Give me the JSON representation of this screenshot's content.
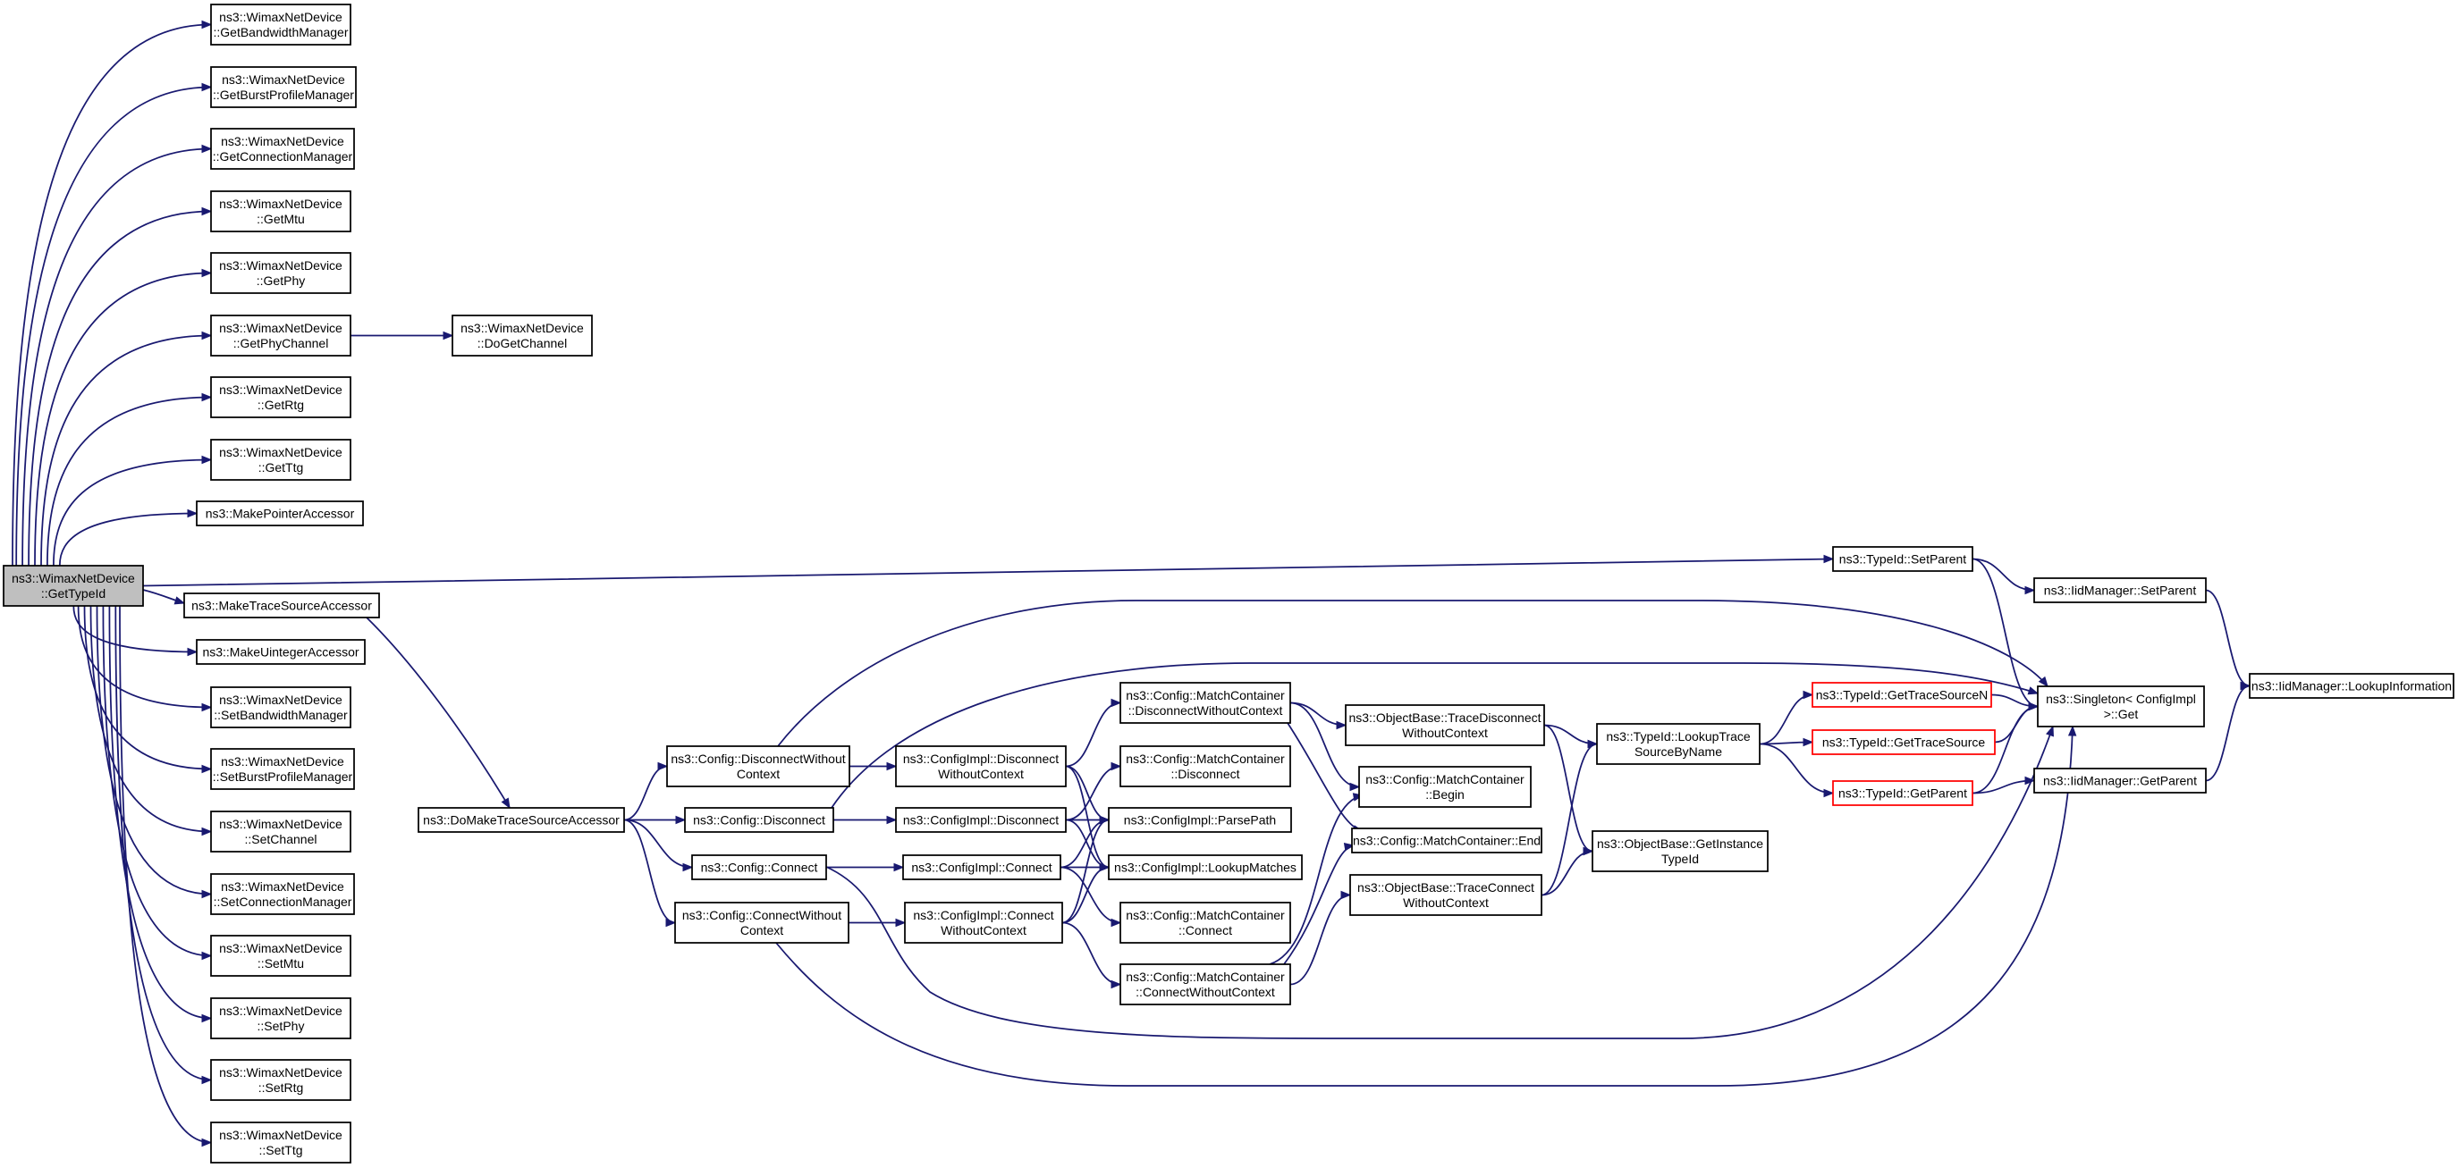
{
  "diagram": {
    "type": "call-graph",
    "colors": {
      "edge": "#191970",
      "root_fill": "#bfbfbf",
      "node_border": "#000000",
      "truncated_border": "#ff0000"
    },
    "nodes": [
      {
        "id": "root",
        "lines": [
          "ns3::WimaxNetDevice",
          "::GetTypeId"
        ],
        "style": "root"
      },
      {
        "id": "getBandwidthManager",
        "lines": [
          "ns3::WimaxNetDevice",
          "::GetBandwidthManager"
        ]
      },
      {
        "id": "getBurstProfileManager",
        "lines": [
          "ns3::WimaxNetDevice",
          "::GetBurstProfileManager"
        ]
      },
      {
        "id": "getConnectionManager",
        "lines": [
          "ns3::WimaxNetDevice",
          "::GetConnectionManager"
        ]
      },
      {
        "id": "getMtu",
        "lines": [
          "ns3::WimaxNetDevice",
          "::GetMtu"
        ]
      },
      {
        "id": "getPhy",
        "lines": [
          "ns3::WimaxNetDevice",
          "::GetPhy"
        ]
      },
      {
        "id": "getPhyChannel",
        "lines": [
          "ns3::WimaxNetDevice",
          "::GetPhyChannel"
        ]
      },
      {
        "id": "doGetChannel",
        "lines": [
          "ns3::WimaxNetDevice",
          "::DoGetChannel"
        ]
      },
      {
        "id": "getRtg",
        "lines": [
          "ns3::WimaxNetDevice",
          "::GetRtg"
        ]
      },
      {
        "id": "getTtg",
        "lines": [
          "ns3::WimaxNetDevice",
          "::GetTtg"
        ]
      },
      {
        "id": "makePointerAccessor",
        "lines": [
          "ns3::MakePointerAccessor"
        ]
      },
      {
        "id": "makeTraceSourceAccessor",
        "lines": [
          "ns3::MakeTraceSourceAccessor"
        ]
      },
      {
        "id": "makeUintegerAccessor",
        "lines": [
          "ns3::MakeUintegerAccessor"
        ]
      },
      {
        "id": "setBandwidthManager",
        "lines": [
          "ns3::WimaxNetDevice",
          "::SetBandwidthManager"
        ]
      },
      {
        "id": "setBurstProfileManager",
        "lines": [
          "ns3::WimaxNetDevice",
          "::SetBurstProfileManager"
        ]
      },
      {
        "id": "setChannel",
        "lines": [
          "ns3::WimaxNetDevice",
          "::SetChannel"
        ]
      },
      {
        "id": "setConnectionManager",
        "lines": [
          "ns3::WimaxNetDevice",
          "::SetConnectionManager"
        ]
      },
      {
        "id": "setMtu",
        "lines": [
          "ns3::WimaxNetDevice",
          "::SetMtu"
        ]
      },
      {
        "id": "setPhy",
        "lines": [
          "ns3::WimaxNetDevice",
          "::SetPhy"
        ]
      },
      {
        "id": "setRtg",
        "lines": [
          "ns3::WimaxNetDevice",
          "::SetRtg"
        ]
      },
      {
        "id": "setTtg",
        "lines": [
          "ns3::WimaxNetDevice",
          "::SetTtg"
        ]
      },
      {
        "id": "doMakeTraceSourceAccessor",
        "lines": [
          "ns3::DoMakeTraceSourceAccessor"
        ]
      },
      {
        "id": "configDisconnectWithoutContext",
        "lines": [
          "ns3::Config::DisconnectWithout",
          "Context"
        ]
      },
      {
        "id": "configDisconnect",
        "lines": [
          "ns3::Config::Disconnect"
        ]
      },
      {
        "id": "configConnect",
        "lines": [
          "ns3::Config::Connect"
        ]
      },
      {
        "id": "configConnectWithoutContext",
        "lines": [
          "ns3::Config::ConnectWithout",
          "Context"
        ]
      },
      {
        "id": "implDisconnectWithoutContext",
        "lines": [
          "ns3::ConfigImpl::Disconnect",
          "WithoutContext"
        ]
      },
      {
        "id": "implDisconnect",
        "lines": [
          "ns3::ConfigImpl::Disconnect"
        ]
      },
      {
        "id": "implConnect",
        "lines": [
          "ns3::ConfigImpl::Connect"
        ]
      },
      {
        "id": "implConnectWithoutContext",
        "lines": [
          "ns3::ConfigImpl::Connect",
          "WithoutContext"
        ]
      },
      {
        "id": "mcDisconnectWithoutContext",
        "lines": [
          "ns3::Config::MatchContainer",
          "::DisconnectWithoutContext"
        ]
      },
      {
        "id": "mcDisconnect",
        "lines": [
          "ns3::Config::MatchContainer",
          "::Disconnect"
        ]
      },
      {
        "id": "implParsePath",
        "lines": [
          "ns3::ConfigImpl::ParsePath"
        ]
      },
      {
        "id": "implLookupMatches",
        "lines": [
          "ns3::ConfigImpl::LookupMatches"
        ]
      },
      {
        "id": "mcConnect",
        "lines": [
          "ns3::Config::MatchContainer",
          "::Connect"
        ]
      },
      {
        "id": "mcConnectWithoutContext",
        "lines": [
          "ns3::Config::MatchContainer",
          "::ConnectWithoutContext"
        ]
      },
      {
        "id": "obTraceDisconnect",
        "lines": [
          "ns3::ObjectBase::TraceDisconnect",
          "WithoutContext"
        ]
      },
      {
        "id": "mcBegin",
        "lines": [
          "ns3::Config::MatchContainer",
          "::Begin"
        ]
      },
      {
        "id": "mcEnd",
        "lines": [
          "ns3::Config::MatchContainer::End"
        ]
      },
      {
        "id": "obTraceConnect",
        "lines": [
          "ns3::ObjectBase::TraceConnect",
          "WithoutContext"
        ]
      },
      {
        "id": "lookupTraceSource",
        "lines": [
          "ns3::TypeId::LookupTrace",
          "SourceByName"
        ]
      },
      {
        "id": "obGetInstanceTypeId",
        "lines": [
          "ns3::ObjectBase::GetInstance",
          "TypeId"
        ]
      },
      {
        "id": "typeIdSetParent",
        "lines": [
          "ns3::TypeId::SetParent"
        ]
      },
      {
        "id": "getTraceSourceN",
        "lines": [
          "ns3::TypeId::GetTraceSourceN"
        ],
        "style": "red"
      },
      {
        "id": "getTraceSource",
        "lines": [
          "ns3::TypeId::GetTraceSource"
        ],
        "style": "red"
      },
      {
        "id": "typeIdGetParent",
        "lines": [
          "ns3::TypeId::GetParent"
        ],
        "style": "red"
      },
      {
        "id": "iidSetParent",
        "lines": [
          "ns3::IidManager::SetParent"
        ]
      },
      {
        "id": "iidGetParent",
        "lines": [
          "ns3::IidManager::GetParent"
        ]
      },
      {
        "id": "singletonGet",
        "lines": [
          "ns3::Singleton< ConfigImpl",
          " >::Get"
        ]
      },
      {
        "id": "iidLookupInformation",
        "lines": [
          "ns3::IidManager::LookupInformation"
        ]
      }
    ],
    "edges": [
      [
        "root",
        "getBandwidthManager"
      ],
      [
        "root",
        "getBurstProfileManager"
      ],
      [
        "root",
        "getConnectionManager"
      ],
      [
        "root",
        "getMtu"
      ],
      [
        "root",
        "getPhy"
      ],
      [
        "root",
        "getPhyChannel"
      ],
      [
        "root",
        "getRtg"
      ],
      [
        "root",
        "getTtg"
      ],
      [
        "root",
        "makePointerAccessor"
      ],
      [
        "root",
        "typeIdSetParent"
      ],
      [
        "root",
        "makeTraceSourceAccessor"
      ],
      [
        "root",
        "makeUintegerAccessor"
      ],
      [
        "root",
        "setBandwidthManager"
      ],
      [
        "root",
        "setBurstProfileManager"
      ],
      [
        "root",
        "setChannel"
      ],
      [
        "root",
        "setConnectionManager"
      ],
      [
        "root",
        "setMtu"
      ],
      [
        "root",
        "setPhy"
      ],
      [
        "root",
        "setRtg"
      ],
      [
        "root",
        "setTtg"
      ],
      [
        "getPhyChannel",
        "doGetChannel"
      ],
      [
        "makeTraceSourceAccessor",
        "doMakeTraceSourceAccessor"
      ],
      [
        "doMakeTraceSourceAccessor",
        "configDisconnectWithoutContext"
      ],
      [
        "doMakeTraceSourceAccessor",
        "configDisconnect"
      ],
      [
        "doMakeTraceSourceAccessor",
        "configConnect"
      ],
      [
        "doMakeTraceSourceAccessor",
        "configConnectWithoutContext"
      ],
      [
        "configDisconnectWithoutContext",
        "implDisconnectWithoutContext"
      ],
      [
        "configDisconnectWithoutContext",
        "singletonGet"
      ],
      [
        "configDisconnect",
        "implDisconnect"
      ],
      [
        "configDisconnect",
        "singletonGet"
      ],
      [
        "configConnect",
        "implConnect"
      ],
      [
        "configConnect",
        "singletonGet"
      ],
      [
        "configConnectWithoutContext",
        "implConnectWithoutContext"
      ],
      [
        "configConnectWithoutContext",
        "singletonGet"
      ],
      [
        "implDisconnectWithoutContext",
        "mcDisconnectWithoutContext"
      ],
      [
        "implDisconnectWithoutContext",
        "implParsePath"
      ],
      [
        "implDisconnectWithoutContext",
        "implLookupMatches"
      ],
      [
        "implDisconnect",
        "mcDisconnect"
      ],
      [
        "implDisconnect",
        "implParsePath"
      ],
      [
        "implDisconnect",
        "implLookupMatches"
      ],
      [
        "implConnect",
        "implParsePath"
      ],
      [
        "implConnect",
        "implLookupMatches"
      ],
      [
        "implConnect",
        "mcConnect"
      ],
      [
        "implConnectWithoutContext",
        "implParsePath"
      ],
      [
        "implConnectWithoutContext",
        "implLookupMatches"
      ],
      [
        "implConnectWithoutContext",
        "mcConnectWithoutContext"
      ],
      [
        "mcDisconnectWithoutContext",
        "obTraceDisconnect"
      ],
      [
        "mcDisconnectWithoutContext",
        "mcBegin"
      ],
      [
        "mcDisconnectWithoutContext",
        "mcEnd"
      ],
      [
        "mcConnectWithoutContext",
        "obTraceConnect"
      ],
      [
        "mcConnectWithoutContext",
        "mcBegin"
      ],
      [
        "mcConnectWithoutContext",
        "mcEnd"
      ],
      [
        "obTraceDisconnect",
        "lookupTraceSource"
      ],
      [
        "obTraceDisconnect",
        "obGetInstanceTypeId"
      ],
      [
        "obTraceConnect",
        "lookupTraceSource"
      ],
      [
        "obTraceConnect",
        "obGetInstanceTypeId"
      ],
      [
        "lookupTraceSource",
        "getTraceSourceN"
      ],
      [
        "lookupTraceSource",
        "getTraceSource"
      ],
      [
        "lookupTraceSource",
        "typeIdGetParent"
      ],
      [
        "typeIdSetParent",
        "iidSetParent"
      ],
      [
        "typeIdSetParent",
        "singletonGet"
      ],
      [
        "getTraceSourceN",
        "singletonGet"
      ],
      [
        "getTraceSource",
        "singletonGet"
      ],
      [
        "typeIdGetParent",
        "iidGetParent"
      ],
      [
        "typeIdGetParent",
        "singletonGet"
      ],
      [
        "iidSetParent",
        "iidLookupInformation"
      ],
      [
        "iidGetParent",
        "iidLookupInformation"
      ]
    ]
  }
}
